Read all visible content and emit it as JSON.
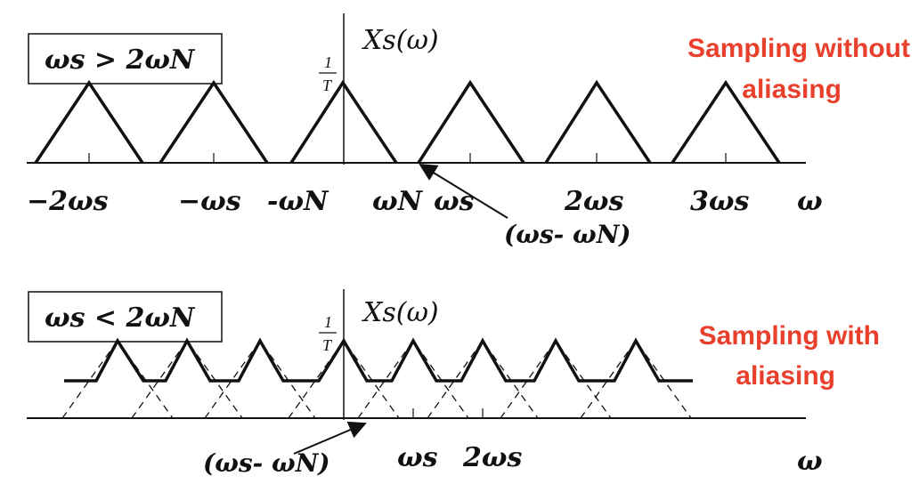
{
  "top": {
    "condition": "ωs > 2ωN",
    "function_label": "Xs(ω)",
    "amplitude_num": "1",
    "amplitude_den": "T",
    "caption_line1": "Sampling without",
    "caption_line2": "aliasing",
    "axis_labels": [
      "−2ωs",
      "−ωs",
      "-ωN",
      "ωN",
      "ωs",
      "2ωs",
      "3ωs",
      "ω"
    ],
    "arrow_label": "(ωs- ωN)"
  },
  "bottom": {
    "condition": "ωs < 2ωN",
    "function_label": "Xs(ω)",
    "amplitude_num": "1",
    "amplitude_den": "T",
    "caption_line1": "Sampling with",
    "caption_line2": "aliasing",
    "axis_labels": [
      "ωs",
      "2ωs",
      "ω"
    ],
    "arrow_label": "(ωs- ωN)"
  }
}
